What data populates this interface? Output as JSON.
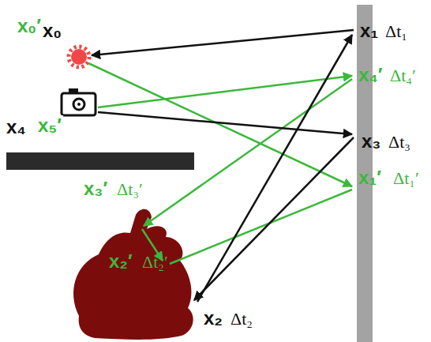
{
  "diagram": {
    "labels": [
      "x₀′",
      "x₀",
      "x₁",
      "Δt₁",
      "x₄′",
      "Δt₄′",
      "x₄",
      "x₅′",
      "x₃",
      "Δt₃",
      "x₁′",
      "Δt₁′",
      "x₃′",
      "Δt₃′",
      "x₂′",
      "Δt₂′",
      "x₂",
      "Δt₂"
    ]
  }
}
